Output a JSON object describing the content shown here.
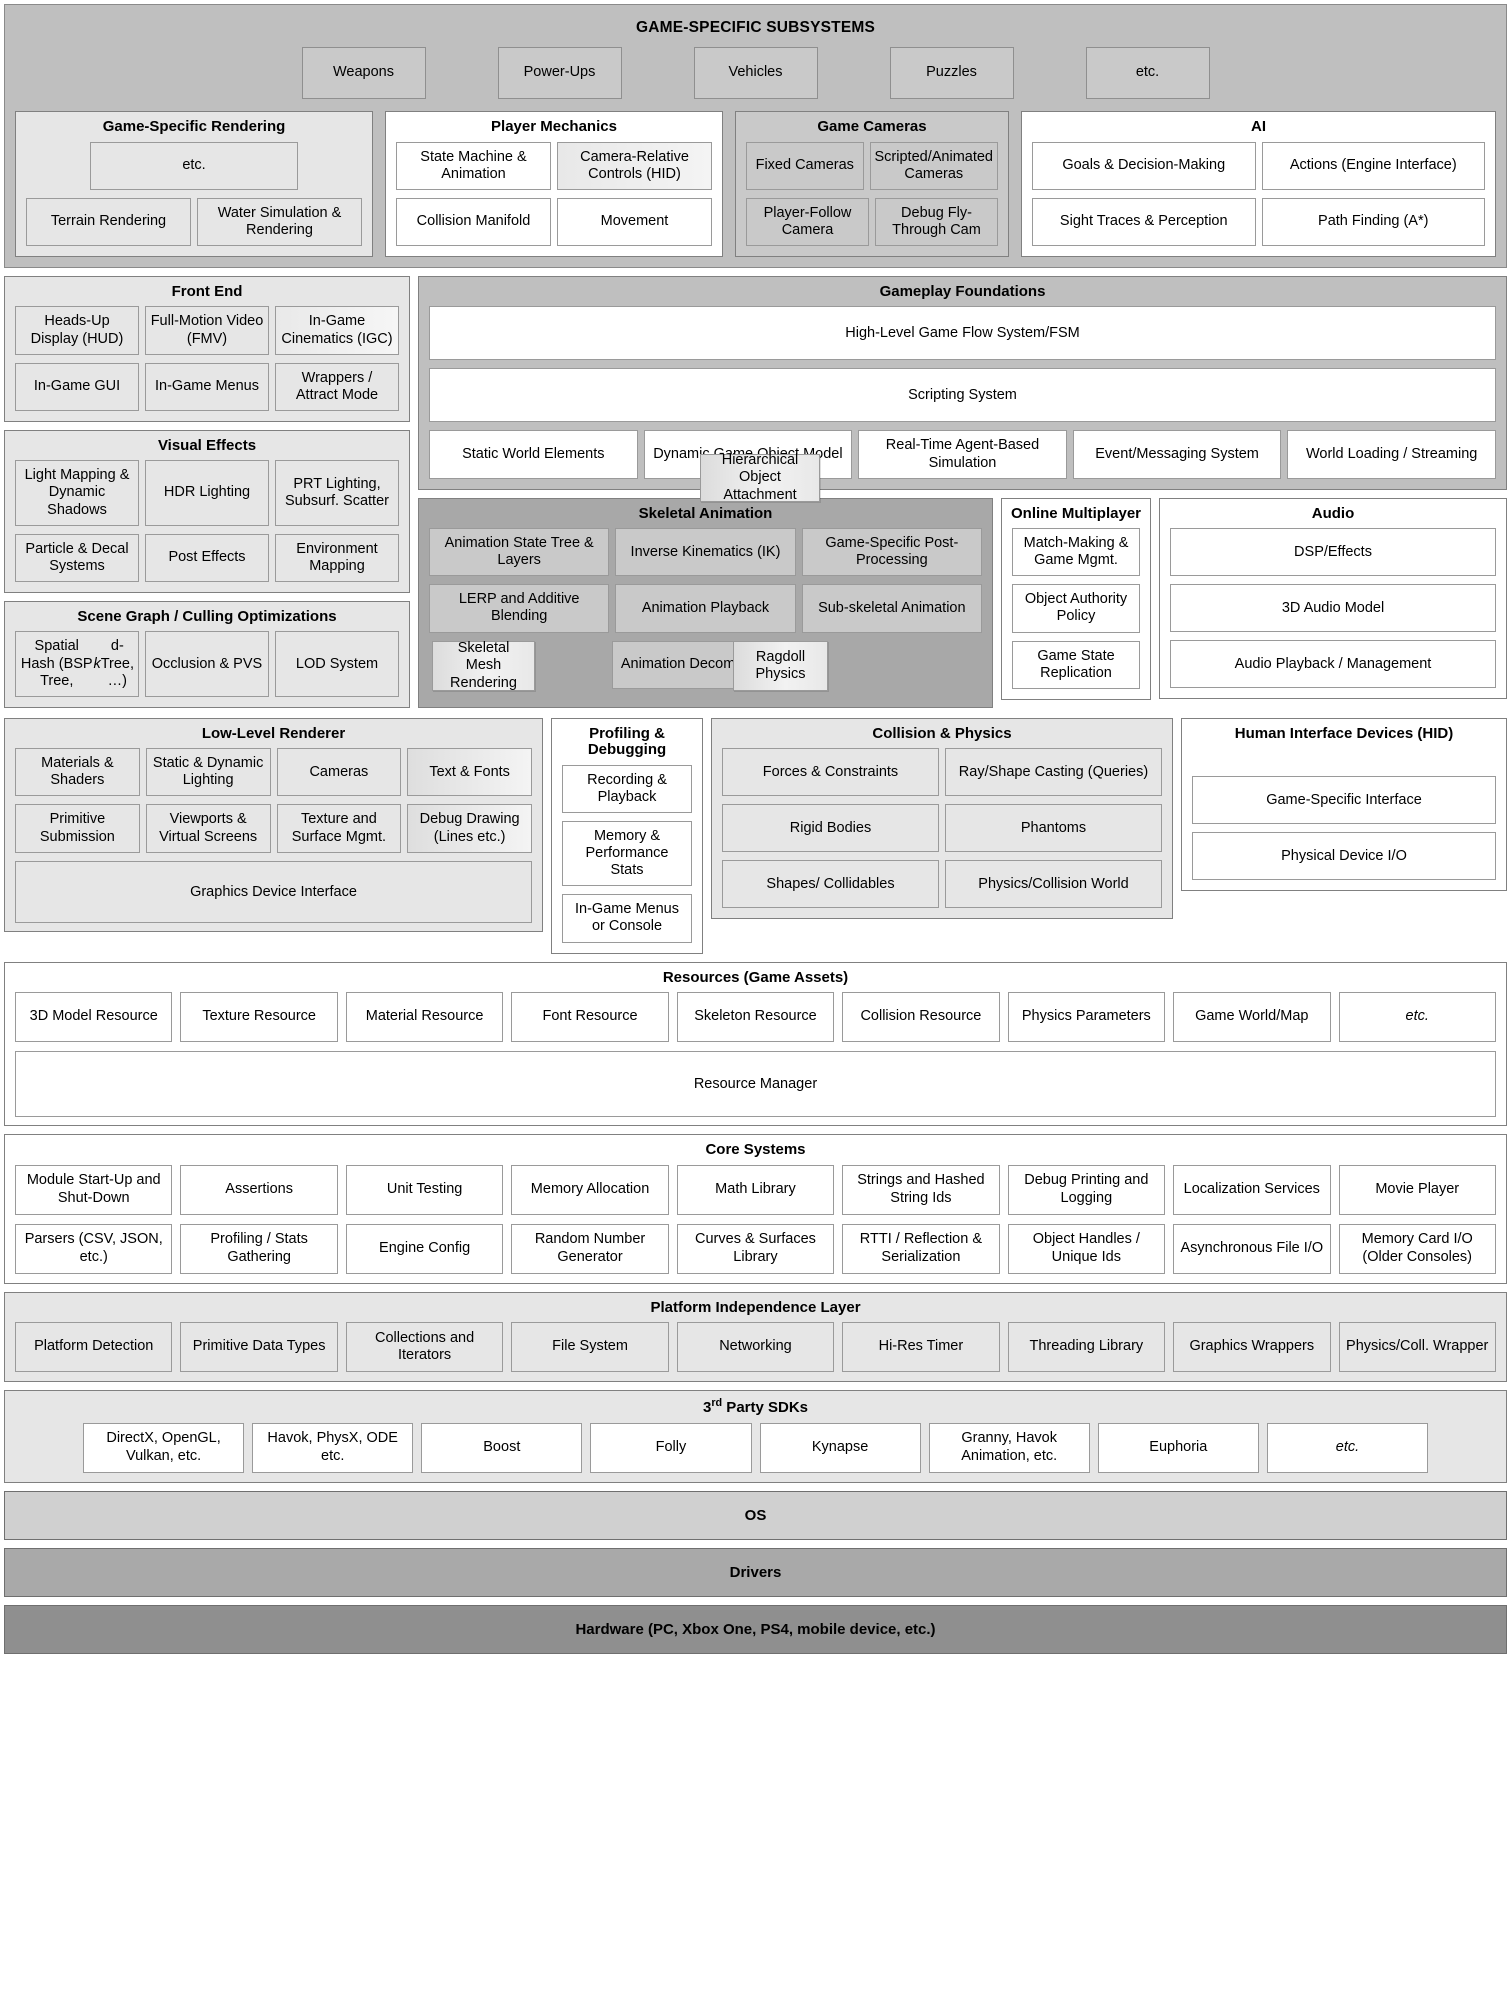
{
  "game_specific_subsystems": {
    "title": "GAME-SPECIFIC SUBSYSTEMS",
    "chips": [
      "Weapons",
      "Power-Ups",
      "Vehicles",
      "Puzzles",
      "etc."
    ],
    "groups": [
      {
        "title": "Game-Specific Rendering",
        "rows": [
          [
            "etc."
          ],
          [
            "Terrain Rendering",
            "Water Simulation & Rendering"
          ]
        ]
      },
      {
        "title": "Player Mechanics",
        "rows": [
          [
            "State Machine & Animation",
            "Camera-Relative Controls (HID)"
          ],
          [
            "Collision Manifold",
            "Movement"
          ]
        ]
      },
      {
        "title": "Game Cameras",
        "rows": [
          [
            "Fixed Cameras",
            "Scripted/Animated Cameras"
          ],
          [
            "Player-Follow Camera",
            "Debug Fly-Through Cam"
          ]
        ]
      },
      {
        "title": "AI",
        "rows": [
          [
            "Goals & Decision-Making",
            "Actions (Engine Interface)"
          ],
          [
            "Sight Traces & Perception",
            "Path Finding (A*)"
          ]
        ]
      }
    ]
  },
  "front_end": {
    "title": "Front End",
    "rows": [
      [
        "Heads-Up Display (HUD)",
        "Full-Motion Video (FMV)",
        "In-Game Cinematics (IGC)"
      ],
      [
        "In-Game GUI",
        "In-Game Menus",
        "Wrappers / Attract Mode"
      ]
    ]
  },
  "visual_effects": {
    "title": "Visual Effects",
    "rows": [
      [
        "Light Mapping & Dynamic Shadows",
        "HDR Lighting",
        "PRT Lighting, Subsurf. Scatter"
      ],
      [
        "Particle & Decal Systems",
        "Post Effects",
        "Environment Mapping"
      ]
    ]
  },
  "scene_graph": {
    "title": "Scene Graph / Culling Optimizations",
    "rows": [
      [
        "Spatial Hash (BSP Tree, kd-Tree, …)",
        "Occlusion & PVS",
        "LOD System"
      ]
    ]
  },
  "gameplay_foundations": {
    "title": "Gameplay Foundations",
    "wide": [
      "High-Level Game Flow System/FSM",
      "Scripting System"
    ],
    "rows": [
      [
        "Static World Elements",
        "Dynamic Game Object Model",
        "Real-Time Agent-Based Simulation",
        "Event/Messaging System",
        "World Loading / Streaming"
      ]
    ]
  },
  "skeletal_animation": {
    "title": "Skeletal Animation",
    "rows": [
      [
        "Animation State Tree & Layers",
        "Inverse Kinematics (IK)",
        "Game-Specific Post-Processing"
      ],
      [
        "LERP and Additive Blending",
        "Animation Playback",
        "Sub-skeletal Animation"
      ],
      [
        "Animation Decompression"
      ]
    ]
  },
  "online_multiplayer": {
    "title": "Online Multiplayer",
    "rows": [
      [
        "Match-Making & Game Mgmt."
      ],
      [
        "Object Authority Policy"
      ],
      [
        "Game State Replication"
      ]
    ]
  },
  "audio": {
    "title": "Audio",
    "rows": [
      [
        "DSP/Effects"
      ],
      [
        "3D Audio Model"
      ],
      [
        "Audio Playback / Management"
      ]
    ]
  },
  "low_level_renderer": {
    "title": "Low-Level Renderer",
    "rows": [
      [
        "Materials & Shaders",
        "Static & Dynamic Lighting",
        "Cameras",
        "Text & Fonts"
      ],
      [
        "Primitive Submission",
        "Viewports & Virtual Screens",
        "Texture and Surface Mgmt.",
        "Debug Drawing (Lines etc.)"
      ]
    ],
    "wide": [
      "Graphics Device Interface"
    ]
  },
  "profiling_debugging": {
    "title": "Profiling & Debugging",
    "rows": [
      [
        "Recording & Playback"
      ],
      [
        "Memory & Performance Stats"
      ],
      [
        "In-Game Menus or Console"
      ]
    ]
  },
  "collision_physics": {
    "title": "Collision & Physics",
    "rows": [
      [
        "Forces & Constraints",
        "Ray/Shape Casting (Queries)"
      ],
      [
        "Rigid Bodies",
        "Phantoms"
      ],
      [
        "Shapes/ Collidables",
        "Physics/Collision World"
      ]
    ]
  },
  "hid": {
    "title": "Human Interface Devices (HID)",
    "rows": [
      [
        "Game-Specific Interface"
      ],
      [
        "Physical Device I/O"
      ]
    ]
  },
  "floating": {
    "hierarchical_object_attachment": "Hierarchical Object Attachment",
    "skeletal_mesh_rendering": "Skeletal Mesh Rendering",
    "ragdoll_physics": "Ragdoll Physics"
  },
  "resources": {
    "title": "Resources (Game Assets)",
    "rows": [
      [
        "3D Model Resource",
        "Texture Resource",
        "Material Resource",
        "Font Resource",
        "Skeleton Resource",
        "Collision Resource",
        "Physics Parameters",
        "Game World/Map",
        "etc."
      ]
    ],
    "wide": [
      "Resource Manager"
    ]
  },
  "core_systems": {
    "title": "Core Systems",
    "rows": [
      [
        "Module Start-Up and Shut-Down",
        "Assertions",
        "Unit Testing",
        "Memory Allocation",
        "Math Library",
        "Strings and Hashed String Ids",
        "Debug Printing and Logging",
        "Localization Services",
        "Movie Player"
      ],
      [
        "Parsers (CSV, JSON, etc.)",
        "Profiling / Stats Gathering",
        "Engine Config",
        "Random Number Generator",
        "Curves & Surfaces Library",
        "RTTI / Reflection & Serialization",
        "Object Handles / Unique Ids",
        "Asynchronous File I/O",
        "Memory Card I/O (Older Consoles)"
      ]
    ]
  },
  "platform_independence": {
    "title": "Platform Independence Layer",
    "rows": [
      [
        "Platform Detection",
        "Primitive Data Types",
        "Collections and Iterators",
        "File System",
        "Networking",
        "Hi-Res Timer",
        "Threading Library",
        "Graphics Wrappers",
        "Physics/Coll. Wrapper"
      ]
    ]
  },
  "third_party_sdks": {
    "title": "3rd Party SDKs",
    "title_prefix": "3",
    "title_sup": "rd",
    "title_rest": " Party SDKs",
    "rows": [
      [
        "DirectX, OpenGL, Vulkan, etc.",
        "Havok, PhysX, ODE etc.",
        "Boost",
        "Folly",
        "Kynapse",
        "Granny, Havok Animation, etc.",
        "Euphoria",
        "etc."
      ]
    ]
  },
  "bottom_layers": {
    "os": "OS",
    "drivers": "Drivers",
    "hardware": "Hardware (PC, Xbox One, PS4, mobile device, etc.)"
  },
  "colors": {
    "band": "#bfbfbf",
    "group_light": "#e6e6e6",
    "group_mid": "#c9c9c9",
    "white": "#ffffff",
    "border": "#808080",
    "os": "#d0d0d0",
    "drivers": "#a9a9a9",
    "hardware": "#8f8f8f"
  }
}
